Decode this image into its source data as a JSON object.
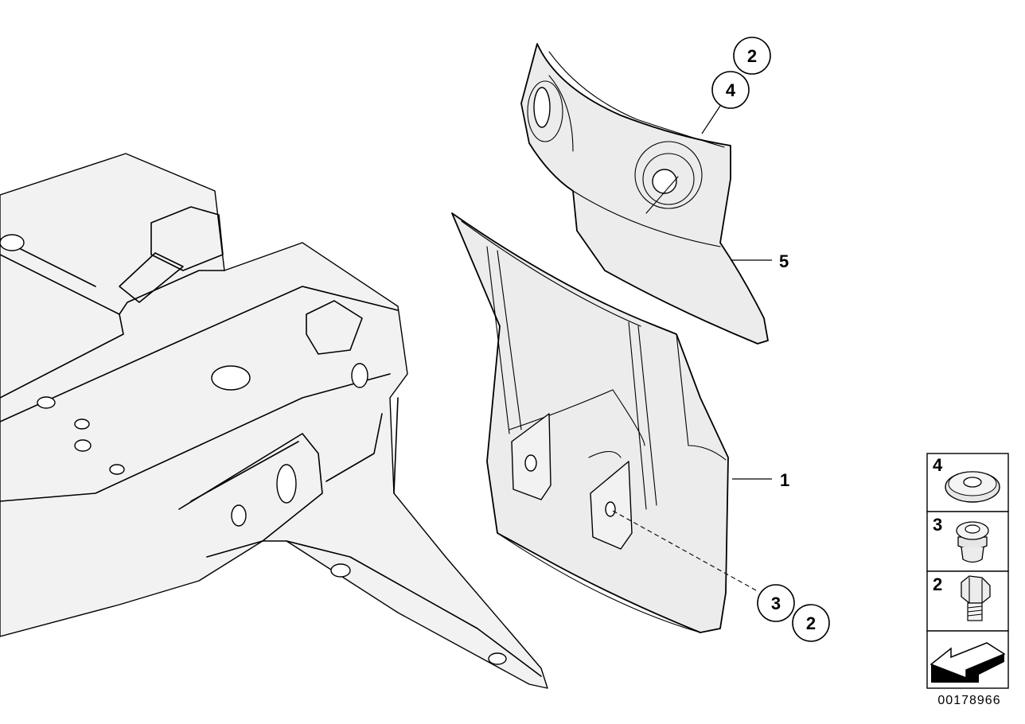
{
  "callouts": [
    {
      "id": "callout-top-2",
      "label": "2"
    },
    {
      "id": "callout-top-4",
      "label": "4"
    },
    {
      "id": "callout-bottom-3",
      "label": "3"
    },
    {
      "id": "callout-bottom-2",
      "label": "2"
    }
  ],
  "part_labels": {
    "label_5": "5",
    "label_1": "1"
  },
  "legend": {
    "items": [
      {
        "number": "4",
        "part": "washer-icon"
      },
      {
        "number": "3",
        "part": "spacer-sleeve-icon"
      },
      {
        "number": "2",
        "part": "hex-bolt-icon"
      }
    ],
    "arrow_icon": "direction-arrow-icon"
  },
  "document_number": "00178966"
}
